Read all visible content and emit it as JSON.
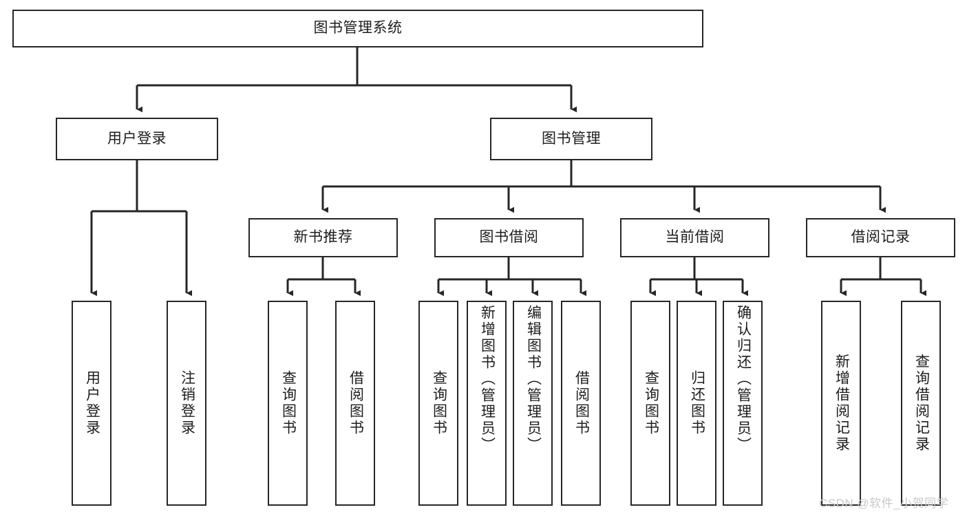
{
  "diagram": {
    "title": "图书管理系统",
    "type": "tree-hierarchy-diagram",
    "colors": {
      "box_border": "#262626",
      "box_fill": "#ffffff",
      "edge": "#262626",
      "text": "#1d1d1d",
      "watermark": "#c9c9c9",
      "background": "#ffffff"
    },
    "nodes": {
      "root": {
        "label": "图书管理系统"
      },
      "level2": [
        {
          "id": "user-login",
          "label": "用户登录"
        },
        {
          "id": "book-management",
          "label": "图书管理"
        }
      ],
      "level3": [
        {
          "id": "new-book-recommend",
          "label": "新书推荐"
        },
        {
          "id": "book-borrow",
          "label": "图书借阅"
        },
        {
          "id": "current-borrow",
          "label": "当前借阅"
        },
        {
          "id": "borrow-record",
          "label": "借阅记录"
        }
      ],
      "leaves": [
        {
          "id": "leaf-user-login",
          "label": "用户登录",
          "parent": "user-login"
        },
        {
          "id": "leaf-logout",
          "label": "注销登录",
          "parent": "user-login"
        },
        {
          "id": "leaf-query-book-1",
          "label": "查询图书",
          "parent": "new-book-recommend"
        },
        {
          "id": "leaf-borrow-book-1",
          "label": "借阅图书",
          "parent": "new-book-recommend"
        },
        {
          "id": "leaf-query-book-2",
          "label": "查询图书",
          "parent": "book-borrow"
        },
        {
          "id": "leaf-add-book",
          "label": "新增图书（管理员）",
          "parent": "book-borrow"
        },
        {
          "id": "leaf-edit-book",
          "label": "编辑图书（管理员）",
          "parent": "book-borrow"
        },
        {
          "id": "leaf-borrow-book-2",
          "label": "借阅图书",
          "parent": "book-borrow"
        },
        {
          "id": "leaf-query-book-3",
          "label": "查询图书",
          "parent": "current-borrow"
        },
        {
          "id": "leaf-return-book",
          "label": "归还图书",
          "parent": "current-borrow"
        },
        {
          "id": "leaf-confirm-return",
          "label": "确认归还（管理员）",
          "parent": "current-borrow"
        },
        {
          "id": "leaf-add-record",
          "label": "新增借阅记录",
          "parent": "borrow-record"
        },
        {
          "id": "leaf-query-record",
          "label": "查询借阅记录",
          "parent": "borrow-record"
        }
      ]
    },
    "watermark": "CSDN @软件_小贺同学"
  }
}
